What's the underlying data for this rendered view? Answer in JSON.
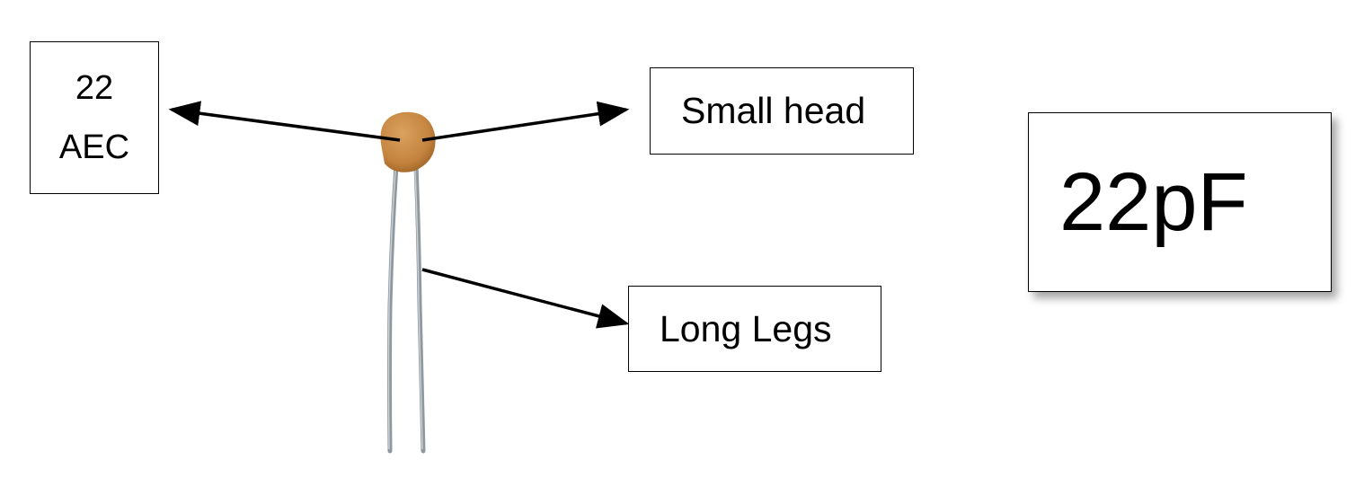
{
  "labels": {
    "marking_line1": "22",
    "marking_line2": "AEC",
    "head": "Small head",
    "legs": "Long Legs",
    "value": "22pF"
  },
  "colors": {
    "capacitor_body": "#c98a4a",
    "capacitor_body_dark": "#a5692f",
    "leg_wire": "#9aa3a8",
    "line": "#000000"
  }
}
